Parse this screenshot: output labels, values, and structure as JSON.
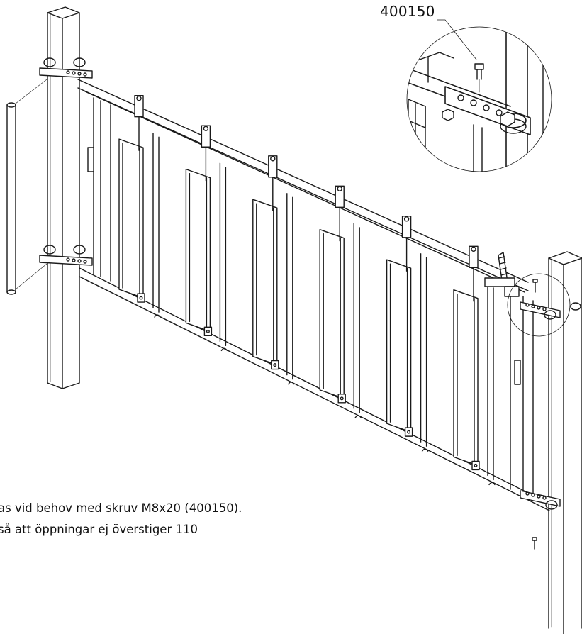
{
  "callout": {
    "part_number": "400150"
  },
  "notes": {
    "line1": "as vid behov med skruv M8x20 (400150).",
    "line2": "så att öppningar ej överstiger 110"
  },
  "drawing": {
    "stroke_color": "#1a1a1a",
    "background": "#ffffff",
    "post_count": 2,
    "gate_panel_count": 6
  }
}
